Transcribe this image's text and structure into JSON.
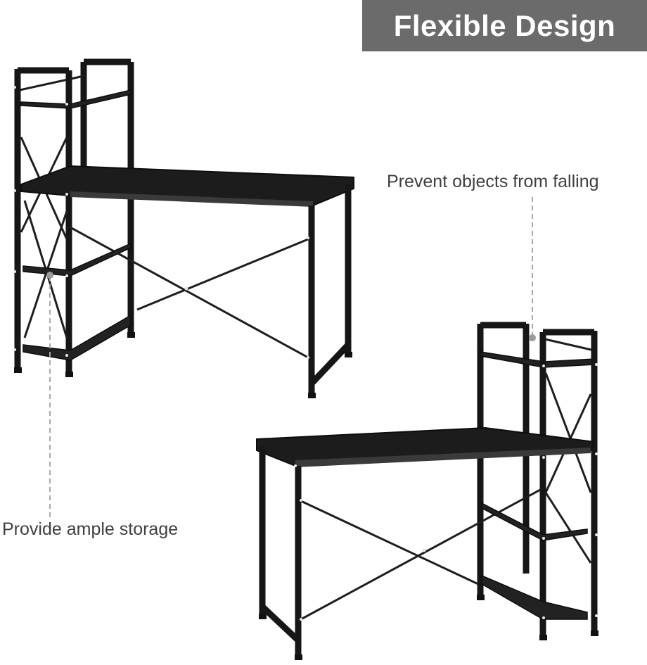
{
  "banner": {
    "title": "Flexible Design",
    "background": "#6b6b6b",
    "text_color": "#ffffff"
  },
  "callouts": [
    {
      "label": "Prevent objects from falling",
      "color": "#3f3f3f",
      "points_to": "top-shelf-guard-rail"
    },
    {
      "label": "Provide ample storage",
      "color": "#3f3f3f",
      "points_to": "lower-storage-shelves"
    }
  ],
  "products": [
    {
      "id": "desk-shelves-left",
      "description": "Black computer desk with 4-tier shelf unit on left side",
      "shelf_side": "left",
      "color": "#1a1a1a"
    },
    {
      "id": "desk-shelves-right",
      "description": "Black computer desk with 4-tier shelf unit on right side",
      "shelf_side": "right",
      "color": "#1a1a1a"
    }
  ]
}
